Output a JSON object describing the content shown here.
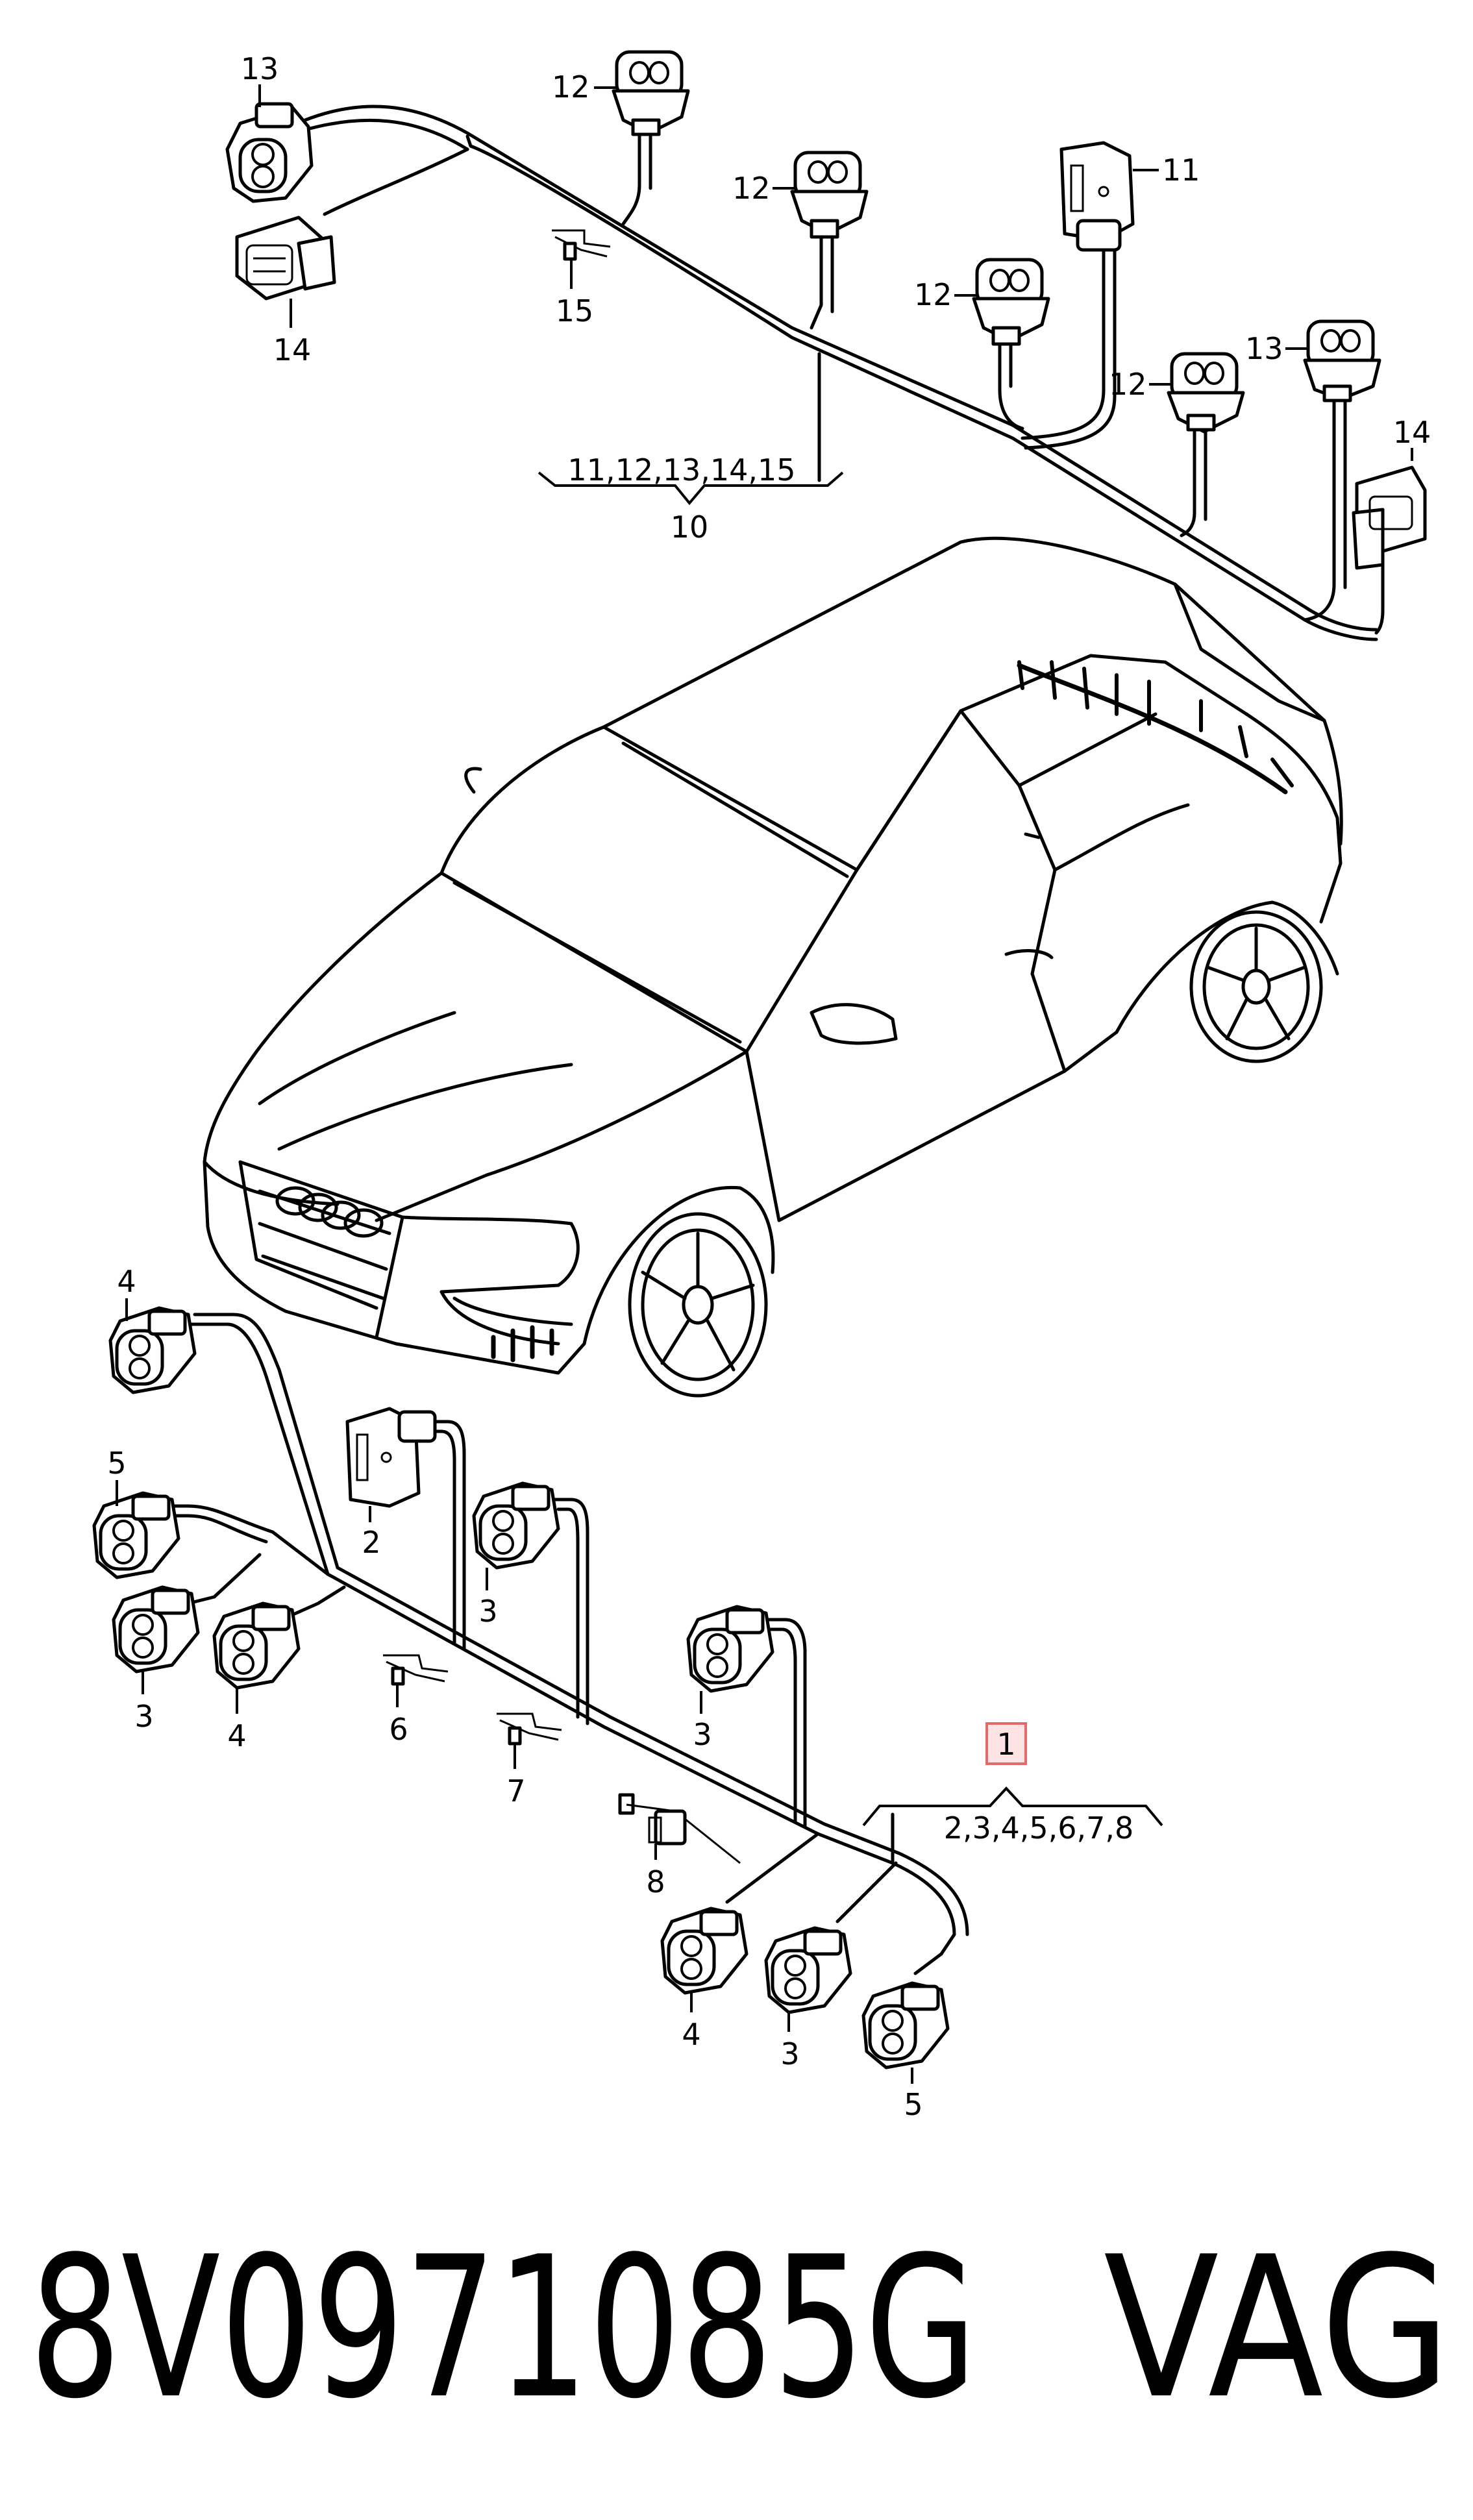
{
  "callouts": {
    "c13a": "13",
    "c14a": "14",
    "c12a": "12",
    "c12b": "12",
    "c12c": "12",
    "c12d": "12",
    "c11": "11",
    "c13b": "13",
    "c14b": "14",
    "c15": "15",
    "c10_parts": "11,12,13,14,15",
    "c10": "10",
    "c4a": "4",
    "c5a": "5",
    "c2": "2",
    "c3a": "3",
    "c3b": "3",
    "c4b": "4",
    "c6": "6",
    "c3c": "3",
    "c7": "7",
    "c8": "8",
    "c1": "1",
    "c1_parts": "2,3,4,5,6,7,8",
    "c4c": "4",
    "c3d": "3",
    "c5b": "5"
  },
  "caption": {
    "part_number": "8V0971085G",
    "brand": "VAG"
  },
  "colors": {
    "line": "#000000",
    "background": "#ffffff",
    "highlight_fill": "#fde3e3",
    "highlight_stroke": "#e46a6a"
  }
}
